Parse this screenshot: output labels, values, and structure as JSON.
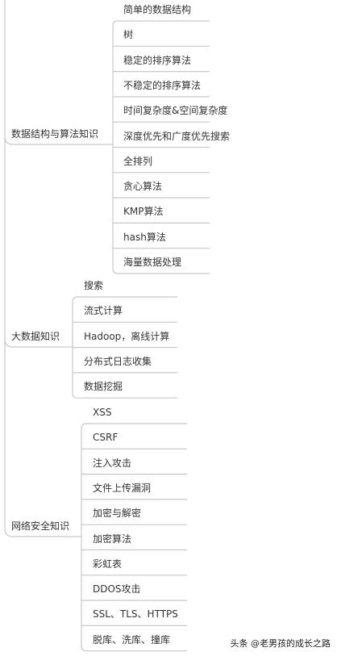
{
  "mindmap": {
    "branches": [
      {
        "label": "数据结构与算法知识",
        "children": [
          "简单的数据结构",
          "树",
          "稳定的排序算法",
          "不稳定的排序算法",
          "时间复杂度&空间复杂度",
          "深度优先和广度优先搜索",
          "全排列",
          "贪心算法",
          "KMP算法",
          "hash算法",
          "海量数据处理"
        ]
      },
      {
        "label": "大数据知识",
        "children": [
          "搜索",
          "流式计算",
          "Hadoop，离线计算",
          "分布式日志收集",
          "数据挖掘"
        ]
      },
      {
        "label": "网络安全知识",
        "children": [
          "XSS",
          "CSRF",
          "注入攻击",
          "文件上传漏洞",
          "加密与解密",
          "加密算法",
          "彩虹表",
          "DDOS攻击",
          "SSL、TLS、HTTPS",
          "脱库、洗库、撞库"
        ]
      }
    ],
    "line_color": "#c8c8c8"
  },
  "watermark": "头条 @老男孩的成长之路"
}
